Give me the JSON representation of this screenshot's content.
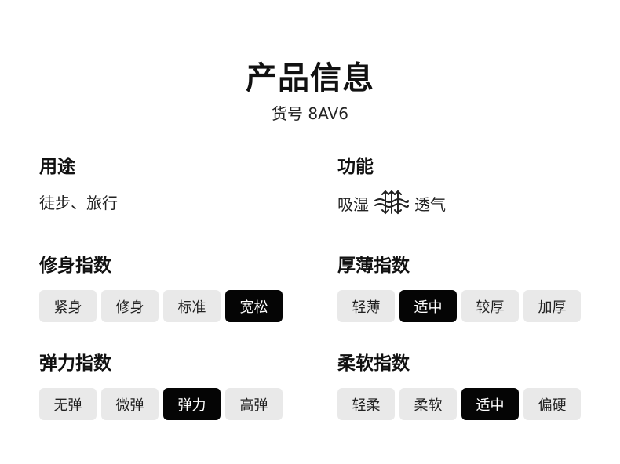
{
  "header": {
    "title": "产品信息",
    "subtitle": "货号 8AV6"
  },
  "usage": {
    "label": "用途",
    "value": "徒步、旅行"
  },
  "function": {
    "label": "功能",
    "left": "吸湿",
    "right": "透气",
    "icon": "moisture-breathable-icon"
  },
  "fit_index": {
    "label": "修身指数",
    "options": [
      "紧身",
      "修身",
      "标准",
      "宽松"
    ],
    "selected": "宽松"
  },
  "thickness_index": {
    "label": "厚薄指数",
    "options": [
      "轻薄",
      "适中",
      "较厚",
      "加厚"
    ],
    "selected": "适中"
  },
  "elasticity_index": {
    "label": "弹力指数",
    "options": [
      "无弹",
      "微弹",
      "弹力",
      "高弹"
    ],
    "selected": "弹力"
  },
  "softness_index": {
    "label": "柔软指数",
    "options": [
      "轻柔",
      "柔软",
      "适中",
      "偏硬"
    ],
    "selected": "适中"
  },
  "colors": {
    "chip_bg": "#e9e9e9",
    "chip_active_bg": "#050505",
    "text": "#111111"
  }
}
